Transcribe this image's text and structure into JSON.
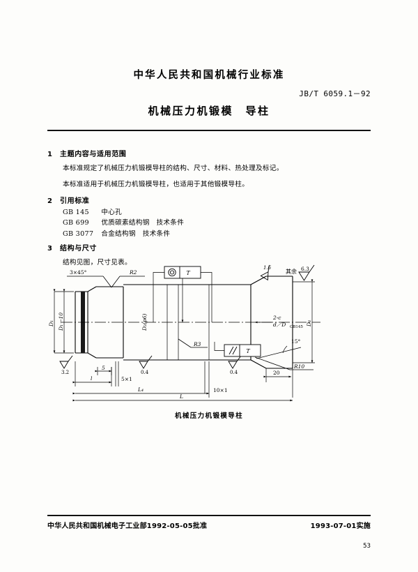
{
  "header": {
    "organization": "中华人民共和国机械行业标准",
    "standard_code": "JB/T 6059.1－92",
    "title": "机械压力机锻模　导柱"
  },
  "sections": [
    {
      "number": "1",
      "heading": "主题内容与适用范围",
      "paragraphs": [
        "本标准规定了机械压力机锻模导柱的结构、尺寸、材料、热处理及标记。",
        "本标准适用于机械压力机锻模导柱，也适用于其他锻模导柱。"
      ]
    },
    {
      "number": "2",
      "heading": "引用标准",
      "references": [
        {
          "code": "GB 145",
          "name": "中心孔"
        },
        {
          "code": "GB 699",
          "name": "优质碳素结构钢　技术条件"
        },
        {
          "code": "GB 3077",
          "name": "合金结构钢　技术条件"
        }
      ]
    },
    {
      "number": "3",
      "heading": "结构与尺寸",
      "paragraphs": [
        "结构见图，尺寸见表。"
      ]
    }
  ],
  "drawing": {
    "caption": "机械压力机锻模导柱",
    "general_roughness_label": "其余",
    "general_roughness_value": "6.3",
    "annotations": {
      "chamfer_left": "3×45°",
      "radius_left": "R2",
      "radius_mid": "R3",
      "radius_right": "R10",
      "angle_right": "15°",
      "taper_note_top": "2-c",
      "taper_note_bottom": "d／D",
      "taper_note_sub": "GB145",
      "groove_left": "5×1",
      "groove_right": "10×1",
      "dim_5": "5",
      "dim_l": "l",
      "dim_L4": "L₄",
      "dim_L": "L",
      "dim_20": "20",
      "dim_D1_tol": "D₁",
      "dim_D1_minus10": "D₁－10",
      "dim_D2": "D₂(p6)",
      "dim_D3": "D₃"
    },
    "roughness_marks": [
      {
        "value": "3.2"
      },
      {
        "value": "0.4"
      },
      {
        "value": "0.4"
      },
      {
        "value": "1.6"
      }
    ],
    "tolerance_frames": [
      {
        "symbol": "concentricity",
        "glyph": "◎",
        "datum": "T"
      },
      {
        "symbol": "total-runout",
        "glyph": "⌰",
        "datum": "T"
      }
    ]
  },
  "footer": {
    "approval": "中华人民共和国机械电子工业部1992-05-05批准",
    "implementation": "1993-07-01实施",
    "page_number": "53"
  }
}
